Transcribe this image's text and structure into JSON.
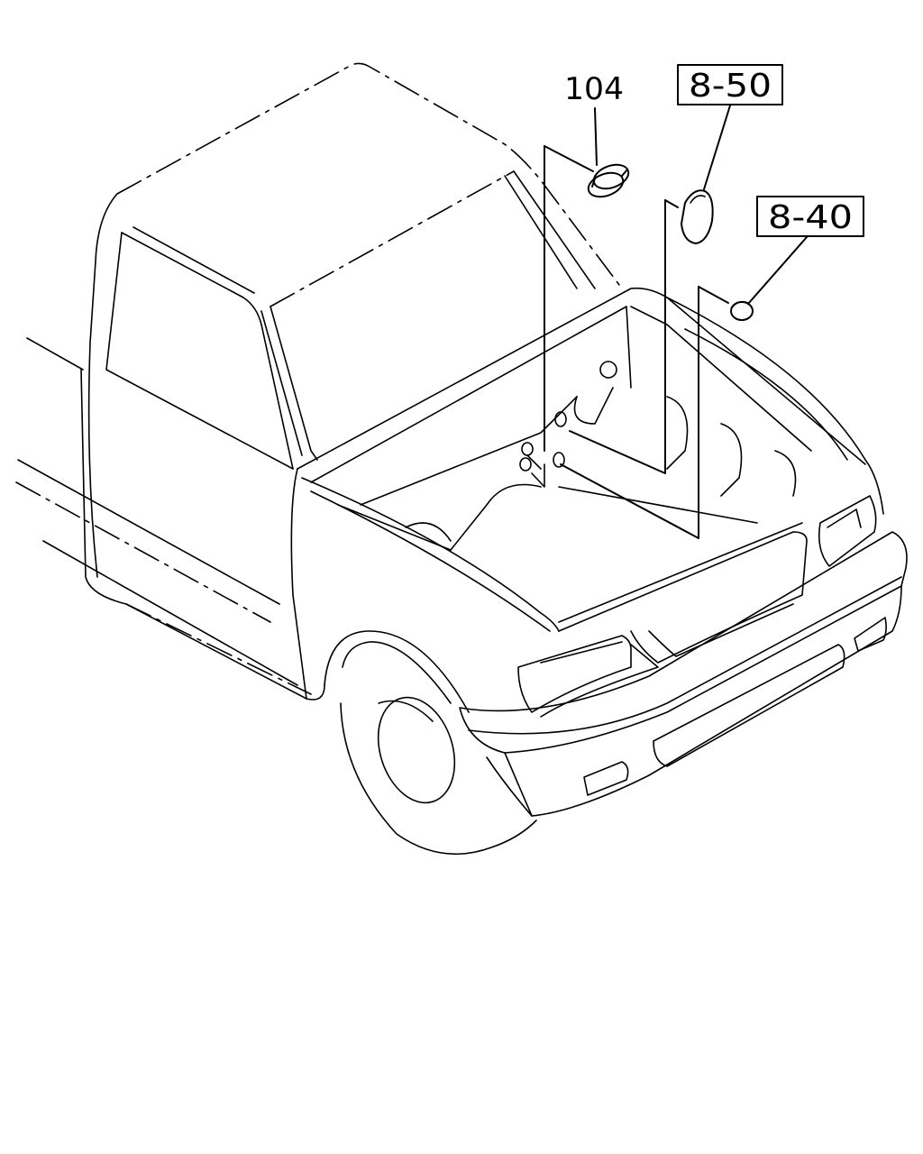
{
  "callouts": {
    "part_104": "104",
    "ref_8_50": "8-50",
    "ref_8_40": "8-40"
  }
}
